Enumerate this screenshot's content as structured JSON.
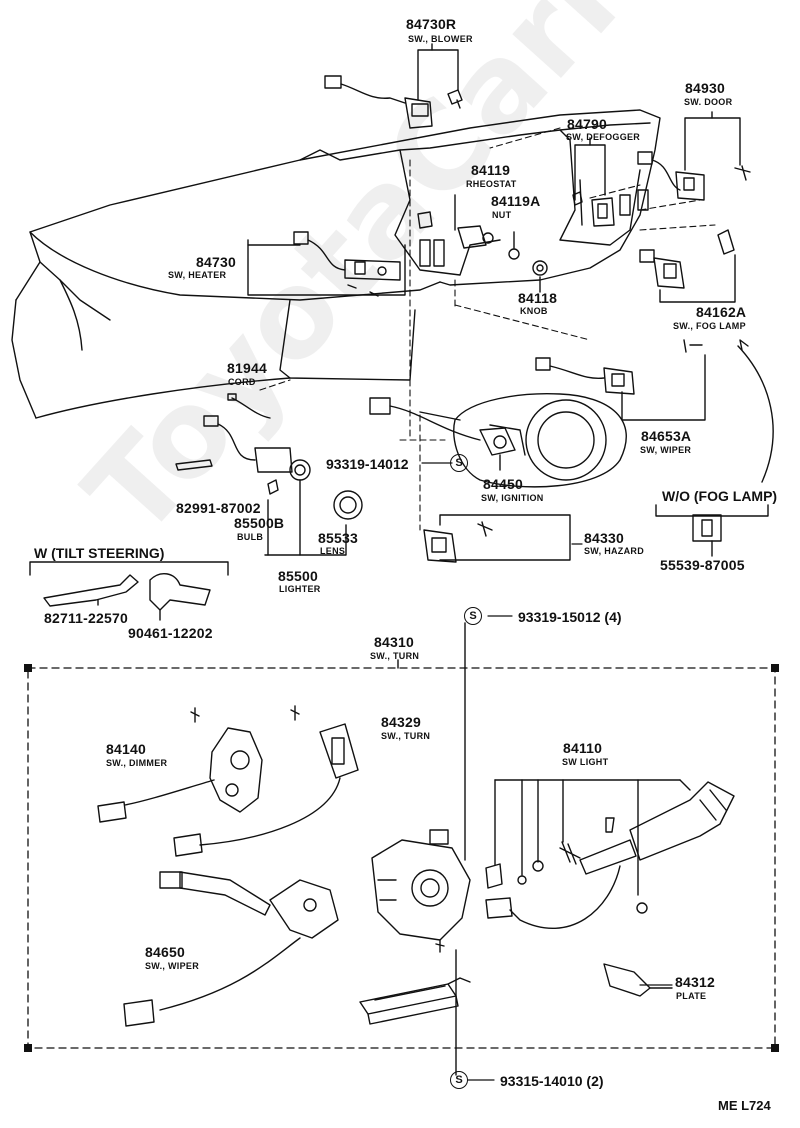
{
  "watermark": "ToyotaCarMirror.ru",
  "code": "ME L724",
  "groups": {
    "tilt": "W (TILT STEERING)",
    "wo_fog": "W/O (FOG LAMP)"
  },
  "parts": [
    {
      "id": "p84730R",
      "number": "84730R",
      "name": "SW., BLOWER"
    },
    {
      "id": "p84930",
      "number": "84930",
      "name": "SW. DOOR"
    },
    {
      "id": "p84790",
      "number": "84790",
      "name": "SW, DEFOGGER"
    },
    {
      "id": "p84119",
      "number": "84119",
      "name": "RHEOSTAT"
    },
    {
      "id": "p84119A",
      "number": "84119A",
      "name": "NUT"
    },
    {
      "id": "p84730",
      "number": "84730",
      "name": "SW, HEATER"
    },
    {
      "id": "p84118",
      "number": "84118",
      "name": "KNOB"
    },
    {
      "id": "p84162A",
      "number": "84162A",
      "name": "SW., FOG LAMP"
    },
    {
      "id": "p81944",
      "number": "81944",
      "name": "CORD"
    },
    {
      "id": "p84653A",
      "number": "84653A",
      "name": "SW, WIPER"
    },
    {
      "id": "p93319_14012",
      "number": "93319-14012",
      "name": ""
    },
    {
      "id": "p84450",
      "number": "84450",
      "name": "SW, IGNITION"
    },
    {
      "id": "p82991",
      "number": "82991-87002",
      "name": ""
    },
    {
      "id": "p85500B",
      "number": "85500B",
      "name": "BULB"
    },
    {
      "id": "p85533",
      "number": "85533",
      "name": "LENS"
    },
    {
      "id": "p84330",
      "number": "84330",
      "name": "SW, HAZARD"
    },
    {
      "id": "p85500",
      "number": "85500",
      "name": "LIGHTER"
    },
    {
      "id": "p55539",
      "number": "55539-87005",
      "name": ""
    },
    {
      "id": "p82711",
      "number": "82711-22570",
      "name": ""
    },
    {
      "id": "p90461",
      "number": "90461-12202",
      "name": ""
    },
    {
      "id": "p93319_15012",
      "number": "93319-15012 (4)",
      "name": ""
    },
    {
      "id": "p84310",
      "number": "84310",
      "name": "SW., TURN"
    },
    {
      "id": "p84329",
      "number": "84329",
      "name": "SW., TURN"
    },
    {
      "id": "p84140",
      "number": "84140",
      "name": "SW., DIMMER"
    },
    {
      "id": "p84110",
      "number": "84110",
      "name": "SW  LIGHT"
    },
    {
      "id": "p84650",
      "number": "84650",
      "name": "SW., WIPER"
    },
    {
      "id": "p84312",
      "number": "84312",
      "name": "PLATE"
    },
    {
      "id": "p93315",
      "number": "93315-14010 (2)",
      "name": ""
    }
  ],
  "symbols": {
    "s": "S"
  }
}
